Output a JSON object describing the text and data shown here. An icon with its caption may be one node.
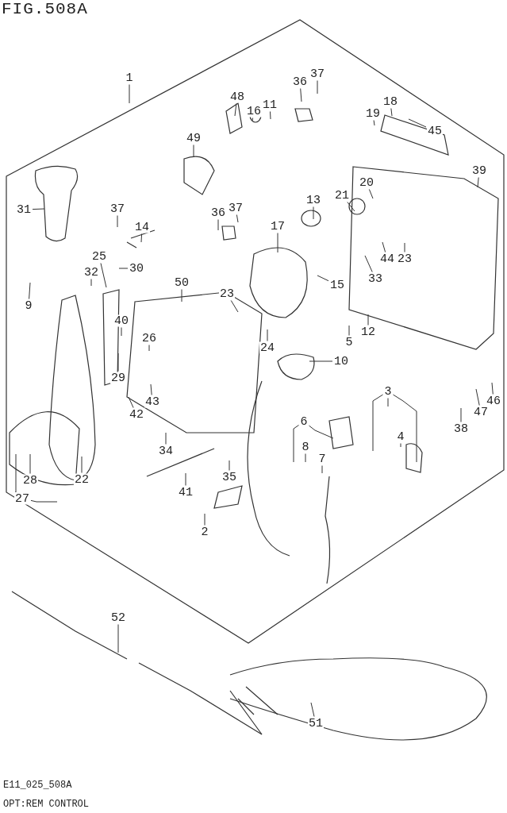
{
  "diagram": {
    "title": "FIG.508A",
    "caption": "OPT:REM CONTROL",
    "nodes": [
      {
        "text": [
          "1"
        ]
      },
      {
        "text": [
          "37"
        ]
      },
      {
        "text": [
          "36"
        ]
      },
      {
        "text": [
          "48"
        ]
      },
      {
        "text": [
          "18"
        ]
      },
      {
        "text": [
          "11"
        ]
      },
      {
        "text": [
          "16"
        ]
      },
      {
        "text": [
          "19"
        ]
      },
      {
        "text": [
          "45"
        ]
      },
      {
        "text": [
          "49"
        ]
      },
      {
        "text": [
          "39"
        ]
      },
      {
        "text": [
          "20"
        ]
      },
      {
        "text": [
          "21"
        ]
      },
      {
        "text": [
          "13"
        ]
      },
      {
        "text": [
          "37"
        ]
      },
      {
        "text": [
          "37"
        ]
      },
      {
        "text": [
          "31"
        ]
      },
      {
        "text": [
          "36"
        ]
      },
      {
        "text": [
          "17"
        ]
      },
      {
        "text": [
          "14"
        ]
      },
      {
        "text": [
          "25"
        ]
      },
      {
        "text": [
          "44"
        ]
      },
      {
        "text": [
          "23"
        ]
      },
      {
        "text": [
          "30"
        ]
      },
      {
        "text": [
          "32"
        ]
      },
      {
        "text": [
          "33"
        ]
      },
      {
        "text": [
          "50"
        ]
      },
      {
        "text": [
          "15"
        ]
      },
      {
        "text": [
          "23"
        ]
      },
      {
        "text": [
          "9"
        ]
      },
      {
        "text": [
          "40"
        ]
      },
      {
        "text": [
          "12"
        ]
      },
      {
        "text": [
          "26"
        ]
      },
      {
        "text": [
          "5"
        ]
      },
      {
        "text": [
          "24"
        ]
      },
      {
        "text": [
          "10"
        ]
      },
      {
        "text": [
          "29"
        ]
      },
      {
        "text": [
          "3"
        ]
      },
      {
        "text": [
          "46"
        ]
      },
      {
        "text": [
          "43"
        ]
      },
      {
        "text": [
          "47"
        ]
      },
      {
        "text": [
          "42"
        ]
      },
      {
        "text": [
          "6"
        ]
      },
      {
        "text": [
          "38"
        ]
      },
      {
        "text": [
          "4"
        ]
      },
      {
        "text": [
          "8"
        ]
      },
      {
        "text": [
          "34"
        ]
      },
      {
        "text": [
          "7"
        ]
      },
      {
        "text": [
          "35"
        ]
      },
      {
        "text": [
          "22"
        ]
      },
      {
        "text": [
          "28"
        ]
      },
      {
        "text": [
          "41"
        ]
      },
      {
        "text": [
          "27"
        ]
      },
      {
        "text": [
          "2"
        ]
      },
      {
        "text": [
          "52"
        ]
      },
      {
        "text": [
          "51"
        ]
      }
    ],
    "edges": [
      {
        "from": 0,
        "to": null,
        "arrow": "none"
      },
      {
        "from": 1,
        "to": null,
        "arrow": "none"
      },
      {
        "from": 2,
        "to": null,
        "arrow": "none"
      },
      {
        "from": 3,
        "to": null,
        "arrow": "none"
      },
      {
        "from": 4,
        "to": null,
        "arrow": "none"
      },
      {
        "from": 5,
        "to": null,
        "arrow": "none"
      },
      {
        "from": 6,
        "to": null,
        "arrow": "none"
      },
      {
        "from": 7,
        "to": null,
        "arrow": "none"
      },
      {
        "from": 8,
        "to": null,
        "arrow": "none"
      },
      {
        "from": 9,
        "to": null,
        "arrow": "none"
      },
      {
        "from": 10,
        "to": null,
        "arrow": "none"
      },
      {
        "from": 11,
        "to": null,
        "arrow": "none"
      },
      {
        "from": 12,
        "to": null,
        "arrow": "none"
      },
      {
        "from": 13,
        "to": null,
        "arrow": "none"
      },
      {
        "from": 14,
        "to": null,
        "arrow": "none"
      },
      {
        "from": 15,
        "to": null,
        "arrow": "none"
      },
      {
        "from": 16,
        "to": null,
        "arrow": "none"
      },
      {
        "from": 17,
        "to": null,
        "arrow": "none"
      },
      {
        "from": 18,
        "to": null,
        "arrow": "none"
      },
      {
        "from": 19,
        "to": null,
        "arrow": "none"
      },
      {
        "from": 20,
        "to": null,
        "arrow": "none"
      },
      {
        "from": 21,
        "to": null,
        "arrow": "none"
      },
      {
        "from": 22,
        "to": null,
        "arrow": "none"
      },
      {
        "from": 23,
        "to": null,
        "arrow": "none"
      },
      {
        "from": 24,
        "to": null,
        "arrow": "none"
      },
      {
        "from": 25,
        "to": null,
        "arrow": "none"
      },
      {
        "from": 26,
        "to": null,
        "arrow": "none"
      },
      {
        "from": 27,
        "to": null,
        "arrow": "none"
      },
      {
        "from": 28,
        "to": null,
        "arrow": "none"
      },
      {
        "from": 29,
        "to": null,
        "arrow": "none"
      },
      {
        "from": 30,
        "to": null,
        "arrow": "none"
      },
      {
        "from": 31,
        "to": null,
        "arrow": "none"
      },
      {
        "from": 32,
        "to": null,
        "arrow": "none"
      },
      {
        "from": 33,
        "to": null,
        "arrow": "none"
      },
      {
        "from": 34,
        "to": null,
        "arrow": "none"
      },
      {
        "from": 35,
        "to": null,
        "arrow": "none"
      },
      {
        "from": 36,
        "to": null,
        "arrow": "none"
      },
      {
        "from": 37,
        "to": null,
        "arrow": "none"
      },
      {
        "from": 37,
        "to": null,
        "arrow": "none"
      },
      {
        "from": 37,
        "to": null,
        "arrow": "none"
      },
      {
        "from": 38,
        "to": null,
        "arrow": "none"
      },
      {
        "from": 39,
        "to": null,
        "arrow": "none"
      },
      {
        "from": 40,
        "to": null,
        "arrow": "none"
      },
      {
        "from": 41,
        "to": null,
        "arrow": "none"
      },
      {
        "from": 42,
        "to": null,
        "arrow": "none"
      },
      {
        "from": 42,
        "to": null,
        "arrow": "none"
      },
      {
        "from": 43,
        "to": null,
        "arrow": "none"
      },
      {
        "from": 44,
        "to": null,
        "arrow": "none"
      },
      {
        "from": 45,
        "to": null,
        "arrow": "none"
      },
      {
        "from": 46,
        "to": null,
        "arrow": "none"
      },
      {
        "from": 47,
        "to": null,
        "arrow": "none"
      },
      {
        "from": 48,
        "to": null,
        "arrow": "none"
      },
      {
        "from": 49,
        "to": null,
        "arrow": "none"
      },
      {
        "from": 50,
        "to": null,
        "arrow": "none"
      },
      {
        "from": 51,
        "to": null,
        "arrow": "none"
      },
      {
        "from": 52,
        "to": null,
        "arrow": "none"
      },
      {
        "from": 52,
        "to": null,
        "arrow": "none"
      },
      {
        "from": 53,
        "to": null,
        "arrow": "none"
      },
      {
        "from": 54,
        "to": null,
        "arrow": "none"
      },
      {
        "from": 55,
        "to": null,
        "arrow": "none"
      }
    ],
    "labels": [
      "E11_025_508A"
    ]
  }
}
